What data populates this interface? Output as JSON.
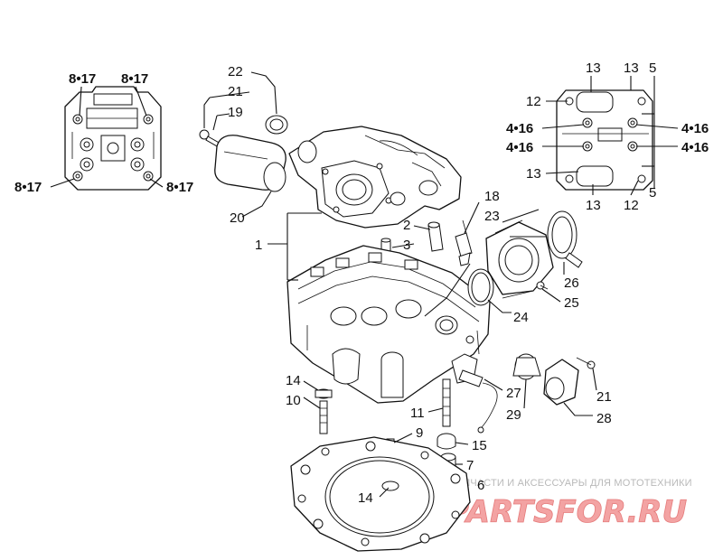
{
  "callouts": {
    "c1": "1",
    "c2": "2",
    "c3": "3",
    "c5a": "5",
    "c5b": "5",
    "c6": "6",
    "c7": "7",
    "c9": "9",
    "c10": "10",
    "c11": "11",
    "c12a": "12",
    "c12b": "12",
    "c13a": "13",
    "c13b": "13",
    "c13c": "13",
    "c13d": "13",
    "c14a": "14",
    "c14b": "14",
    "c15": "15",
    "c18": "18",
    "c19": "19",
    "c20": "20",
    "c21a": "21",
    "c21b": "21",
    "c22": "22",
    "c23": "23",
    "c24": "24",
    "c25": "25",
    "c26": "26",
    "c27": "27",
    "c28": "28",
    "c29": "29",
    "c416a": "4•16",
    "c416b": "4•16",
    "c416c": "4•16",
    "c416d": "4•16",
    "c817a": "8•17",
    "c817b": "8•17",
    "c817c": "8•17",
    "c817d": "8•17"
  },
  "watermark": {
    "tagline": "ЗАПЧАСТИ И АКСЕССУАРЫ ДЛЯ МОТОТЕХНИКИ",
    "logo": "PARTSFOR.RU"
  }
}
